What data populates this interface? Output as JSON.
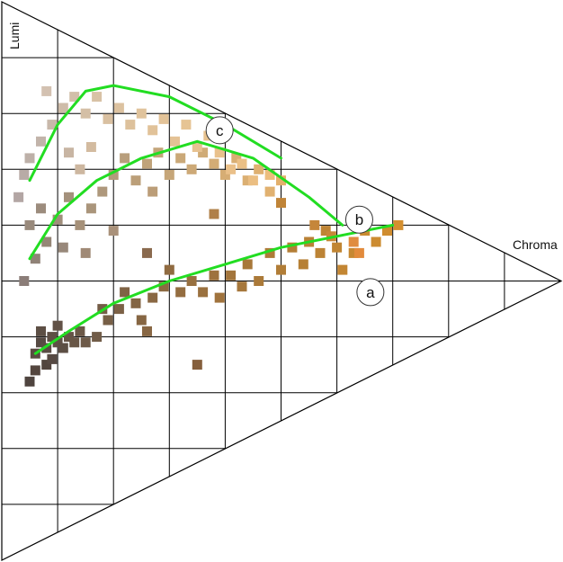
{
  "chart_data": {
    "type": "scatter",
    "title": "",
    "xlabel": "Chroma",
    "ylabel": "Lumi",
    "xlim": [
      0,
      10
    ],
    "ylim": [
      0,
      10
    ],
    "grid": true,
    "frame": "triangle",
    "colors": {
      "fit_line": "#22dd22",
      "grid": "#000000"
    },
    "points": [
      {
        "x": 0.5,
        "y": 3.2,
        "c": "#4f443f"
      },
      {
        "x": 0.6,
        "y": 3.4,
        "c": "#54463f"
      },
      {
        "x": 0.6,
        "y": 3.7,
        "c": "#5a4b42"
      },
      {
        "x": 0.7,
        "y": 3.9,
        "c": "#564a43"
      },
      {
        "x": 0.7,
        "y": 4.1,
        "c": "#5d4f45"
      },
      {
        "x": 0.8,
        "y": 3.5,
        "c": "#52453e"
      },
      {
        "x": 0.8,
        "y": 3.8,
        "c": "#594c44"
      },
      {
        "x": 0.9,
        "y": 3.6,
        "c": "#564943"
      },
      {
        "x": 0.9,
        "y": 4.0,
        "c": "#5e4f45"
      },
      {
        "x": 1.0,
        "y": 3.9,
        "c": "#5f5046"
      },
      {
        "x": 1.0,
        "y": 4.2,
        "c": "#625247"
      },
      {
        "x": 1.1,
        "y": 3.8,
        "c": "#5c4e44"
      },
      {
        "x": 1.2,
        "y": 4.0,
        "c": "#655346"
      },
      {
        "x": 1.3,
        "y": 3.9,
        "c": "#685646"
      },
      {
        "x": 1.4,
        "y": 4.1,
        "c": "#6b5847"
      },
      {
        "x": 1.5,
        "y": 3.9,
        "c": "#6d5a48"
      },
      {
        "x": 1.7,
        "y": 4.0,
        "c": "#715c48"
      },
      {
        "x": 1.8,
        "y": 4.5,
        "c": "#745d46"
      },
      {
        "x": 1.9,
        "y": 4.3,
        "c": "#775f46"
      },
      {
        "x": 2.1,
        "y": 4.5,
        "c": "#7c6146"
      },
      {
        "x": 2.2,
        "y": 4.8,
        "c": "#7f6345"
      },
      {
        "x": 2.4,
        "y": 4.6,
        "c": "#836544"
      },
      {
        "x": 2.5,
        "y": 4.3,
        "c": "#866643"
      },
      {
        "x": 2.6,
        "y": 4.1,
        "c": "#886744"
      },
      {
        "x": 2.7,
        "y": 4.7,
        "c": "#8a6843"
      },
      {
        "x": 2.9,
        "y": 4.9,
        "c": "#8d6a42"
      },
      {
        "x": 3.0,
        "y": 5.2,
        "c": "#906b41"
      },
      {
        "x": 3.2,
        "y": 4.8,
        "c": "#946d40"
      },
      {
        "x": 3.4,
        "y": 5.0,
        "c": "#98703f"
      },
      {
        "x": 3.6,
        "y": 4.8,
        "c": "#9a713f"
      },
      {
        "x": 3.8,
        "y": 5.1,
        "c": "#9e723e"
      },
      {
        "x": 3.9,
        "y": 4.7,
        "c": "#a0733d"
      },
      {
        "x": 4.1,
        "y": 5.1,
        "c": "#a3753c"
      },
      {
        "x": 4.3,
        "y": 4.9,
        "c": "#a6773b"
      },
      {
        "x": 4.4,
        "y": 5.3,
        "c": "#a8783a"
      },
      {
        "x": 4.6,
        "y": 5.0,
        "c": "#ab7a39"
      },
      {
        "x": 4.8,
        "y": 5.5,
        "c": "#ae7b38"
      },
      {
        "x": 5.0,
        "y": 5.2,
        "c": "#b17d37"
      },
      {
        "x": 5.2,
        "y": 5.6,
        "c": "#b47e36"
      },
      {
        "x": 5.4,
        "y": 5.3,
        "c": "#b78035"
      },
      {
        "x": 5.5,
        "y": 5.7,
        "c": "#b98136"
      },
      {
        "x": 5.7,
        "y": 5.5,
        "c": "#bc8335"
      },
      {
        "x": 5.8,
        "y": 5.9,
        "c": "#be8434"
      },
      {
        "x": 6.0,
        "y": 5.6,
        "c": "#c18533"
      },
      {
        "x": 6.1,
        "y": 5.2,
        "c": "#c38633"
      },
      {
        "x": 6.3,
        "y": 5.5,
        "c": "#c68832"
      },
      {
        "x": 6.5,
        "y": 5.9,
        "c": "#c98a31"
      },
      {
        "x": 6.7,
        "y": 5.7,
        "c": "#cc8b30"
      },
      {
        "x": 6.9,
        "y": 5.9,
        "c": "#d08d30"
      },
      {
        "x": 7.1,
        "y": 6.0,
        "c": "#d48f2f"
      },
      {
        "x": 5.0,
        "y": 6.4,
        "c": "#c08438"
      },
      {
        "x": 5.6,
        "y": 6.0,
        "c": "#c5863a"
      },
      {
        "x": 5.9,
        "y": 5.8,
        "c": "#c78738"
      },
      {
        "x": 3.8,
        "y": 6.2,
        "c": "#b08048"
      },
      {
        "x": 2.6,
        "y": 5.5,
        "c": "#8a6a4e"
      },
      {
        "x": 3.5,
        "y": 3.5,
        "c": "#855f3c"
      },
      {
        "x": 0.4,
        "y": 5.0,
        "c": "#8b7d78"
      },
      {
        "x": 0.6,
        "y": 5.4,
        "c": "#908277"
      },
      {
        "x": 0.8,
        "y": 5.7,
        "c": "#958676"
      },
      {
        "x": 0.5,
        "y": 6.0,
        "c": "#998a7c"
      },
      {
        "x": 0.7,
        "y": 6.3,
        "c": "#9c8c7d"
      },
      {
        "x": 1.0,
        "y": 6.1,
        "c": "#9f8e7b"
      },
      {
        "x": 1.2,
        "y": 6.5,
        "c": "#a4917c"
      },
      {
        "x": 1.1,
        "y": 5.6,
        "c": "#98887a"
      },
      {
        "x": 1.4,
        "y": 6.0,
        "c": "#a69179"
      },
      {
        "x": 1.6,
        "y": 6.3,
        "c": "#aa957b"
      },
      {
        "x": 1.8,
        "y": 6.6,
        "c": "#ae987c"
      },
      {
        "x": 2.0,
        "y": 6.9,
        "c": "#b39b7b"
      },
      {
        "x": 2.2,
        "y": 7.2,
        "c": "#b89e7c"
      },
      {
        "x": 2.4,
        "y": 6.8,
        "c": "#bb9f79"
      },
      {
        "x": 2.6,
        "y": 7.1,
        "c": "#c0a37a"
      },
      {
        "x": 2.8,
        "y": 7.3,
        "c": "#c4a57a"
      },
      {
        "x": 3.0,
        "y": 6.9,
        "c": "#c6a679"
      },
      {
        "x": 3.2,
        "y": 7.2,
        "c": "#caa878"
      },
      {
        "x": 3.4,
        "y": 7.0,
        "c": "#cda977"
      },
      {
        "x": 3.6,
        "y": 7.3,
        "c": "#d0ab76"
      },
      {
        "x": 3.8,
        "y": 7.1,
        "c": "#d3ac75"
      },
      {
        "x": 4.0,
        "y": 6.9,
        "c": "#d6ad74"
      },
      {
        "x": 4.2,
        "y": 7.2,
        "c": "#d9ae73"
      },
      {
        "x": 4.4,
        "y": 6.8,
        "c": "#dbaf72"
      },
      {
        "x": 4.6,
        "y": 7.0,
        "c": "#deb071"
      },
      {
        "x": 4.8,
        "y": 6.6,
        "c": "#e1b170"
      },
      {
        "x": 5.0,
        "y": 6.8,
        "c": "#e3b06c"
      },
      {
        "x": 2.7,
        "y": 6.6,
        "c": "#bb9d78"
      },
      {
        "x": 1.5,
        "y": 5.5,
        "c": "#a08a76"
      },
      {
        "x": 2.0,
        "y": 5.9,
        "c": "#a9917a"
      },
      {
        "x": 6.3,
        "y": 5.7,
        "c": "#e08c40"
      },
      {
        "x": 6.4,
        "y": 5.5,
        "c": "#e28b3c"
      },
      {
        "x": 0.3,
        "y": 6.5,
        "c": "#b3a6a4"
      },
      {
        "x": 0.4,
        "y": 6.9,
        "c": "#b8aba6"
      },
      {
        "x": 0.5,
        "y": 7.2,
        "c": "#bdb0a8"
      },
      {
        "x": 0.7,
        "y": 7.5,
        "c": "#c2b4aa"
      },
      {
        "x": 0.9,
        "y": 7.8,
        "c": "#c8b8aa"
      },
      {
        "x": 1.1,
        "y": 8.1,
        "c": "#ceBCA9"
      },
      {
        "x": 1.3,
        "y": 8.3,
        "c": "#d2bfa9"
      },
      {
        "x": 1.5,
        "y": 8.0,
        "c": "#d4bfa6"
      },
      {
        "x": 1.7,
        "y": 8.3,
        "c": "#d8c2a6"
      },
      {
        "x": 0.8,
        "y": 8.4,
        "c": "#d3c1b1"
      },
      {
        "x": 1.2,
        "y": 7.3,
        "c": "#c8b5a3"
      },
      {
        "x": 1.9,
        "y": 7.9,
        "c": "#d9c0a1"
      },
      {
        "x": 2.1,
        "y": 8.1,
        "c": "#dcc2a0"
      },
      {
        "x": 2.3,
        "y": 7.8,
        "c": "#ddc19c"
      },
      {
        "x": 2.5,
        "y": 8.0,
        "c": "#e0c39c"
      },
      {
        "x": 2.7,
        "y": 7.7,
        "c": "#e1c299"
      },
      {
        "x": 2.9,
        "y": 7.9,
        "c": "#e3c398"
      },
      {
        "x": 3.1,
        "y": 7.5,
        "c": "#e4c295"
      },
      {
        "x": 3.3,
        "y": 7.8,
        "c": "#e6c494"
      },
      {
        "x": 3.5,
        "y": 7.4,
        "c": "#e7c291"
      },
      {
        "x": 3.7,
        "y": 7.6,
        "c": "#e8c390"
      },
      {
        "x": 3.9,
        "y": 7.3,
        "c": "#e9c18c"
      },
      {
        "x": 4.1,
        "y": 7.0,
        "c": "#eac089"
      },
      {
        "x": 4.3,
        "y": 7.1,
        "c": "#ebc086"
      },
      {
        "x": 4.5,
        "y": 6.8,
        "c": "#ebbe82"
      },
      {
        "x": 4.8,
        "y": 6.9,
        "c": "#ecbd7e"
      },
      {
        "x": 1.4,
        "y": 7.0,
        "c": "#cdb7a0"
      },
      {
        "x": 1.6,
        "y": 7.4,
        "c": "#d3bba0"
      }
    ],
    "series": [
      {
        "name": "a",
        "values": [
          [
            0.6,
            3.7
          ],
          [
            1.2,
            4.1
          ],
          [
            2.0,
            4.6
          ],
          [
            3.0,
            5.0
          ],
          [
            4.0,
            5.3
          ],
          [
            5.0,
            5.6
          ],
          [
            6.0,
            5.8
          ],
          [
            7.0,
            6.0
          ]
        ]
      },
      {
        "name": "b",
        "values": [
          [
            0.5,
            5.4
          ],
          [
            1.0,
            6.2
          ],
          [
            1.7,
            6.8
          ],
          [
            2.5,
            7.2
          ],
          [
            3.5,
            7.5
          ],
          [
            4.5,
            7.2
          ],
          [
            5.5,
            6.5
          ],
          [
            6.1,
            6.0
          ]
        ]
      },
      {
        "name": "c",
        "values": [
          [
            0.5,
            6.8
          ],
          [
            1.0,
            7.8
          ],
          [
            1.5,
            8.4
          ],
          [
            2.0,
            8.5
          ],
          [
            3.0,
            8.3
          ],
          [
            4.0,
            7.8
          ],
          [
            5.0,
            7.2
          ]
        ]
      }
    ],
    "labels": [
      {
        "text": "a",
        "x": 6.6,
        "y": 4.8
      },
      {
        "text": "b",
        "x": 6.4,
        "y": 6.1
      },
      {
        "text": "c",
        "x": 3.9,
        "y": 7.7
      }
    ]
  }
}
